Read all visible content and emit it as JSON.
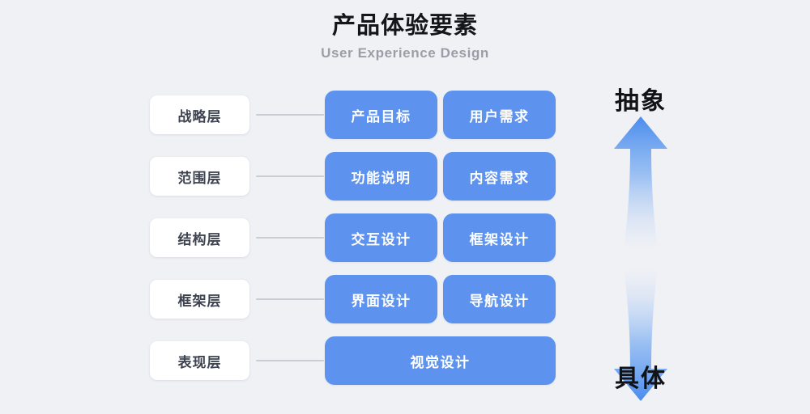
{
  "header": {
    "title": "产品体验要素",
    "subtitle": "User Experience Design"
  },
  "colors": {
    "background": "#f0f1f5",
    "card_blue": "#5d93ee",
    "card_white": "#ffffff",
    "connector": "#c9ced6",
    "title_text": "#14161a",
    "subtitle_text": "#9b9ea6",
    "layer_text": "#3d4350",
    "axis_text": "#111317"
  },
  "diagram": {
    "rows": [
      {
        "layer": "战略层",
        "items": [
          "产品目标",
          "用户需求"
        ]
      },
      {
        "layer": "范围层",
        "items": [
          "功能说明",
          "内容需求"
        ]
      },
      {
        "layer": "结构层",
        "items": [
          "交互设计",
          "框架设计"
        ]
      },
      {
        "layer": "框架层",
        "items": [
          "界面设计",
          "导航设计"
        ]
      },
      {
        "layer": "表现层",
        "items": [
          "视觉设计"
        ]
      }
    ]
  },
  "axis": {
    "top_label": "抽象",
    "bottom_label": "具体",
    "up_arrow_icon": "arrow-up-icon",
    "down_arrow_icon": "arrow-down-icon"
  }
}
